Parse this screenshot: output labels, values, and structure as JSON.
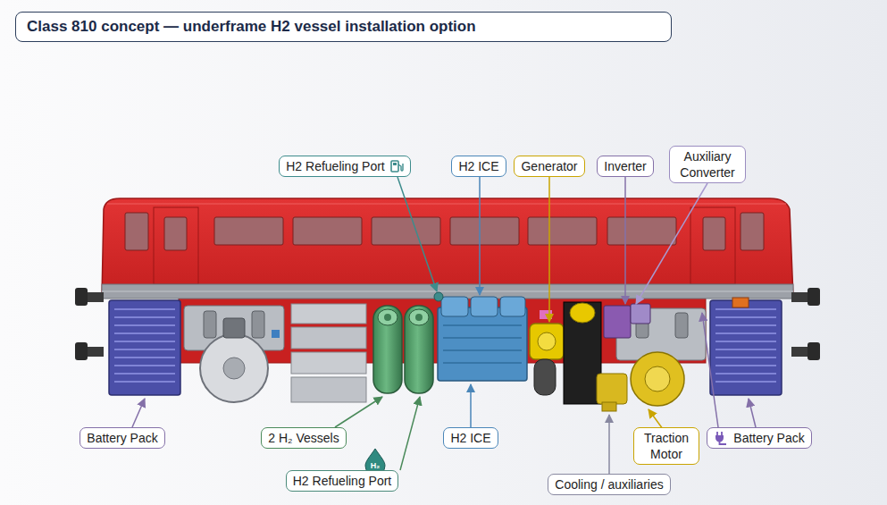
{
  "diagram": {
    "title": "Class 810 concept — underframe H2 vessel installation option",
    "nodes": [
      {
        "text": [
          "H2 Refueling Port"
        ]
      },
      {
        "text": [
          "H2 ICE"
        ]
      },
      {
        "text": [
          "Generator"
        ]
      },
      {
        "text": [
          "Inverter"
        ]
      },
      {
        "text": [
          "Auxiliary Converter"
        ]
      },
      {
        "text": [
          "Battery Pack"
        ]
      },
      {
        "text": [
          "2 H₂ Vessels"
        ]
      },
      {
        "text": [
          "H2 ICE"
        ]
      },
      {
        "text": [
          "Traction Motor"
        ]
      },
      {
        "text": [
          "Battery Pack"
        ]
      },
      {
        "text": [
          "H2 Refueling Port"
        ]
      },
      {
        "text": [
          "Cooling / auxiliaries"
        ]
      }
    ],
    "labels": [
      "H₂"
    ]
  }
}
